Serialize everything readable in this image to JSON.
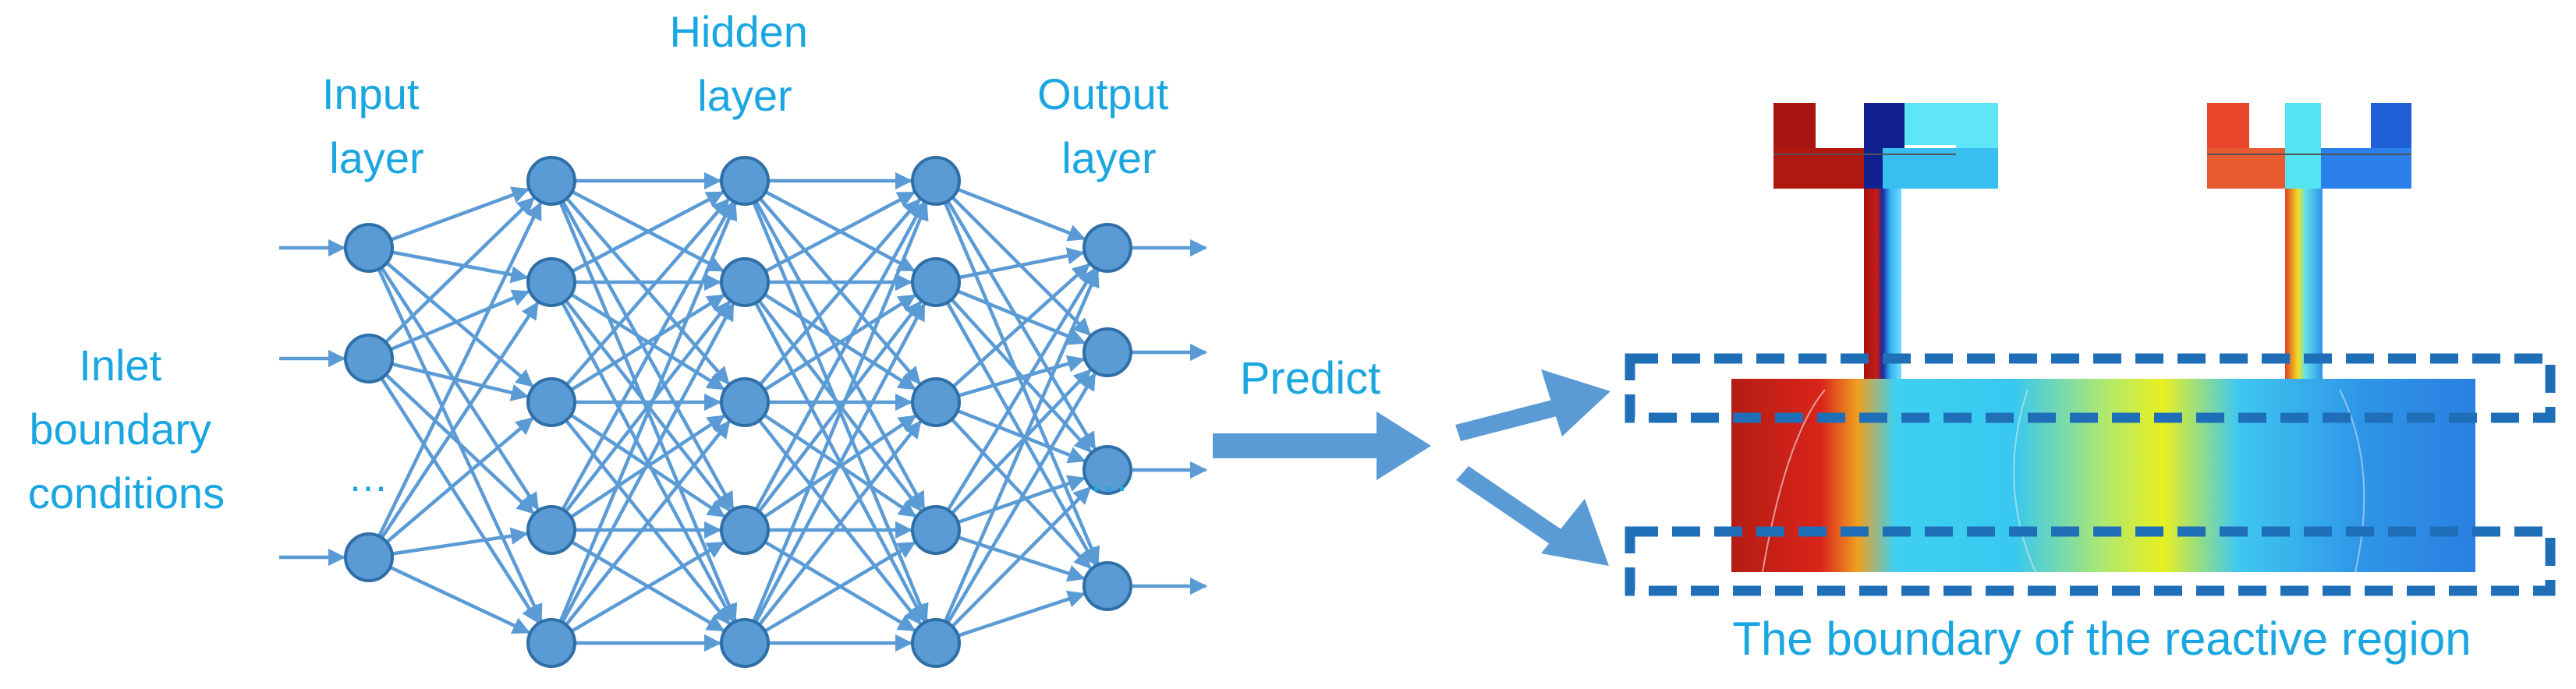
{
  "labels": {
    "input_layer": [
      "Input",
      "layer"
    ],
    "hidden_layer": [
      "Hidden",
      "layer"
    ],
    "output_layer": [
      "Output",
      "layer"
    ],
    "inlet": [
      "Inlet",
      "boundary",
      "conditions"
    ],
    "predict": "Predict",
    "boundary_caption": "The boundary of the reactive region",
    "ellipsis_input": "…",
    "ellipsis_output": "…"
  },
  "network": {
    "layers": [
      3,
      5,
      5,
      5,
      4
    ]
  },
  "colors": {
    "label": "#1aa6e0",
    "node": "#5b9bd5",
    "edge": "#5b9bd5",
    "arrow": "#5b9bd5",
    "dashed_box": "#1f6fb8",
    "field_hot": "#b41d14",
    "field_cool": "#2a7fe0"
  }
}
